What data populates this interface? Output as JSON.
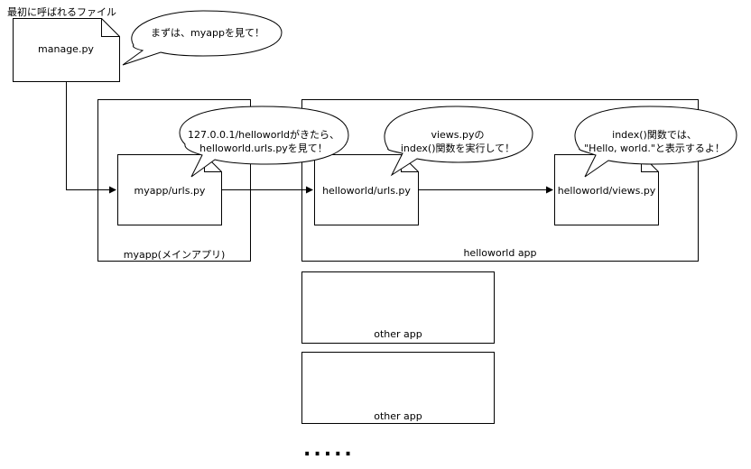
{
  "caption": "最初に呼ばれるファイル",
  "manage_file": "manage.py",
  "bubbles": {
    "manage": "まずは、myappを見て！",
    "urls_line1": "127.0.0.1/helloworldがきたら、",
    "urls_line2": "helloworld.urls.pyを見て！",
    "views_line1": "views.pyの",
    "views_line2": "index()関数を実行して！",
    "index_line1": "index()関数では、",
    "index_line2": "\"Hello, world.\"と表示するよ！"
  },
  "files": {
    "myapp_urls": "myapp/urls.py",
    "helloworld_urls": "helloworld/urls.py",
    "helloworld_views": "helloworld/views.py"
  },
  "containers": {
    "myapp": "myapp(メインアプリ)",
    "helloworld": "helloworld app",
    "other1": "other app",
    "other2": "other app"
  },
  "ellipsis": "....."
}
